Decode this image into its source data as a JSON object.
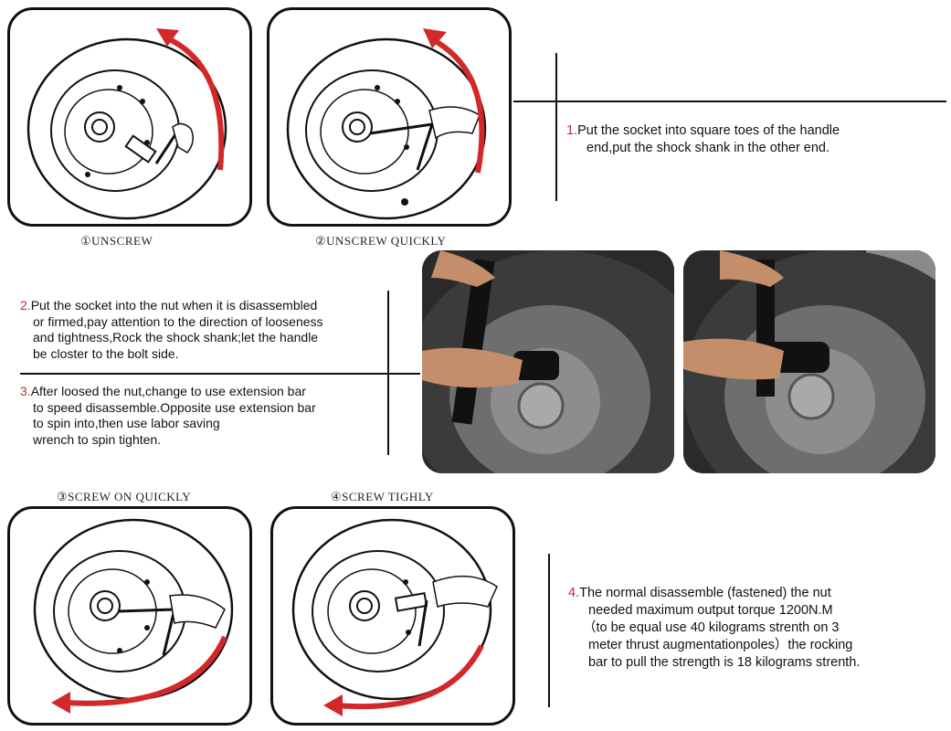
{
  "captions": {
    "unscrew": "①UNSCREW",
    "unscrew_quickly": "②UNSCREW QUICKLY",
    "screw_on_quickly": "③SCREW ON QUICKLY",
    "screw_tighly": "④SCREW TIGHLY"
  },
  "steps": {
    "step1": {
      "num": "1.",
      "lines": [
        "Put the socket into square toes of the handle",
        "end,put the shock shank in the other end."
      ]
    },
    "step2": {
      "num": "2.",
      "lines": [
        "Put the socket into the nut when it is disassembled",
        "or firmed,pay attention to the direction of looseness",
        "and tightness,Rock the shock shank;let the handle",
        "be closter to the bolt side."
      ]
    },
    "step3": {
      "num": "3.",
      "lines": [
        "After loosed the nut,change to use extension bar",
        "to speed disassemble.Opposite use extension bar",
        "to spin into,then  use labor saving",
        "wrench to spin tighten."
      ]
    },
    "step4": {
      "num": "4.",
      "lines": [
        "The normal disassemble (fastened) the nut",
        "needed maximum output torque 1200N.M",
        "（to be equal use 40 kilograms strenth on 3",
        "meter thrust augmentationpoles）the rocking",
        "bar to pull the strength is 18 kilograms strenth."
      ]
    }
  },
  "colors": {
    "arrow": "#d3282a",
    "step_number": "#c0282d",
    "outline": "#111111",
    "tire_photo": "#3a3a3a"
  }
}
